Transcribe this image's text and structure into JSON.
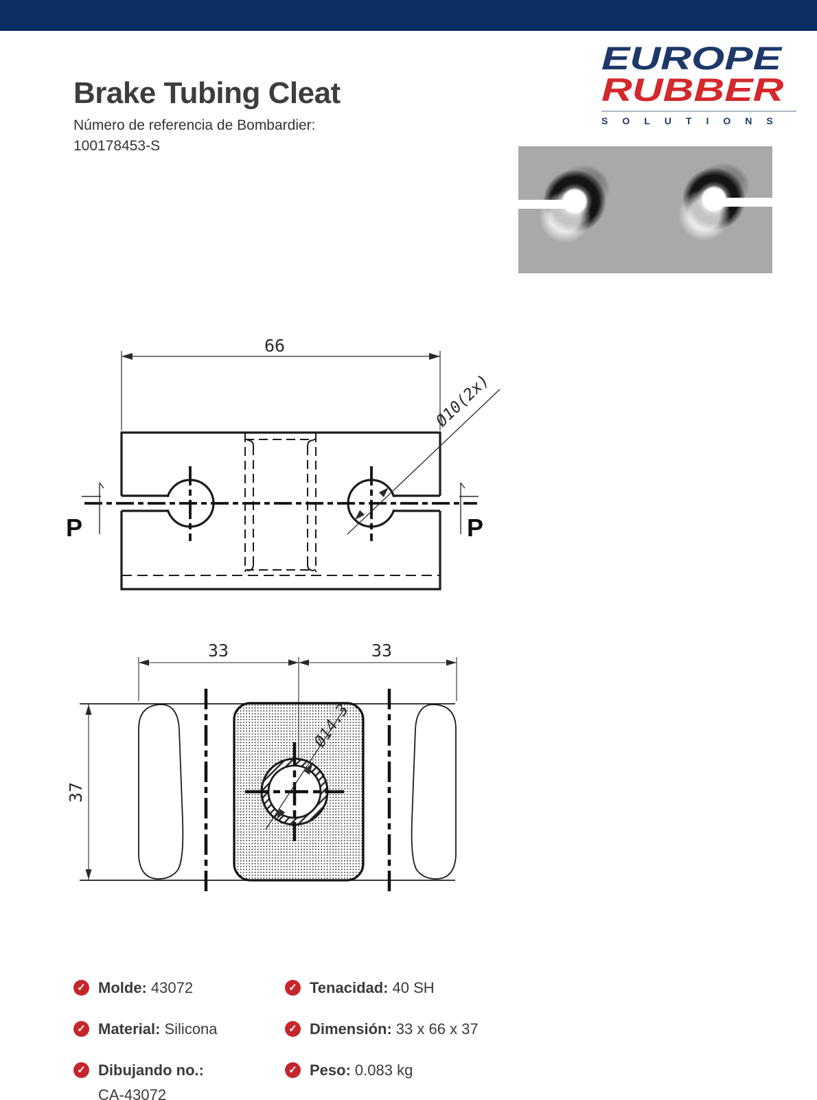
{
  "page": {
    "header_bar_color": "#0a2f60",
    "background": "#ffffff"
  },
  "title_block": {
    "title": "Brake Tubing Cleat",
    "subtitle_line1": "Número de referencia de Bombardier:",
    "subtitle_line2": "100178453-S"
  },
  "logo": {
    "line1": "EUROPE",
    "line2": "RUBBER",
    "line3": "SOLUTIONS",
    "navy": "#1d3869",
    "red": "#d4282c"
  },
  "photo": {
    "background": "#a9a9a9"
  },
  "drawing_side_view": {
    "width_dim": "66",
    "hole_label": "Ø10(2x)",
    "section_left": "P",
    "section_right": "P"
  },
  "drawing_section_view": {
    "dim_left_half": "33",
    "dim_right_half": "33",
    "dim_height": "37",
    "hole_label": "Ø14.3"
  },
  "specs": {
    "check_glyph": "✓",
    "bullet_color": "#c5262c",
    "left": [
      {
        "label": "Molde:",
        "value": "43072"
      },
      {
        "label": "Material:",
        "value": "Silicona"
      },
      {
        "label": "Dibujando no.:",
        "value": "CA-43072"
      }
    ],
    "right": [
      {
        "label": "Tenacidad:",
        "value": "40 SH"
      },
      {
        "label": "Dimensión:",
        "value": "33 x 66 x 37"
      },
      {
        "label": "Peso:",
        "value": "0.083 kg"
      }
    ]
  }
}
